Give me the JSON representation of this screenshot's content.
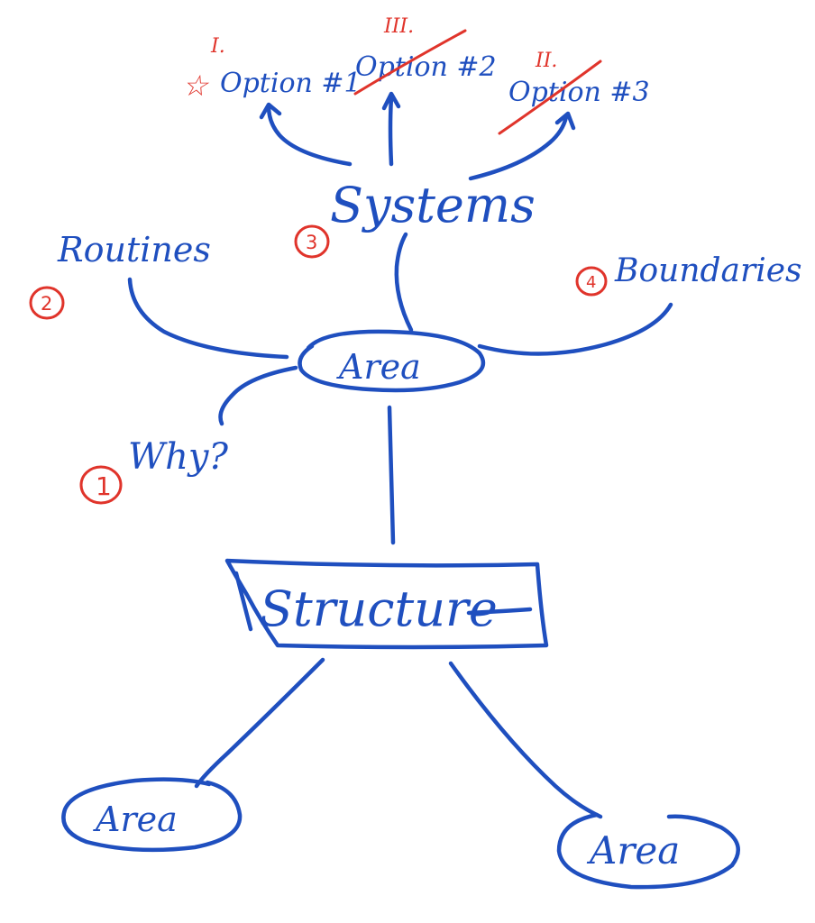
{
  "colors": {
    "ink": "#1f4fbf",
    "annotation": "#e0342b",
    "background": "#ffffff"
  },
  "nodes": {
    "center_area": "Area",
    "structure": "Structure",
    "bottom_left_area": "Area",
    "bottom_right_area": "Area",
    "systems": "Systems",
    "routines": "Routines",
    "boundaries": "Boundaries",
    "why": "Why?"
  },
  "options": [
    {
      "label": "Option #1",
      "roman": "I.",
      "starred": true,
      "crossed_out": false
    },
    {
      "label": "Option #2",
      "roman": "III.",
      "starred": false,
      "crossed_out": true
    },
    {
      "label": "Option #3",
      "roman": "II.",
      "starred": false,
      "crossed_out": true
    }
  ],
  "step_numbers": {
    "why": "1",
    "routines": "2",
    "systems": "3",
    "boundaries": "4"
  }
}
